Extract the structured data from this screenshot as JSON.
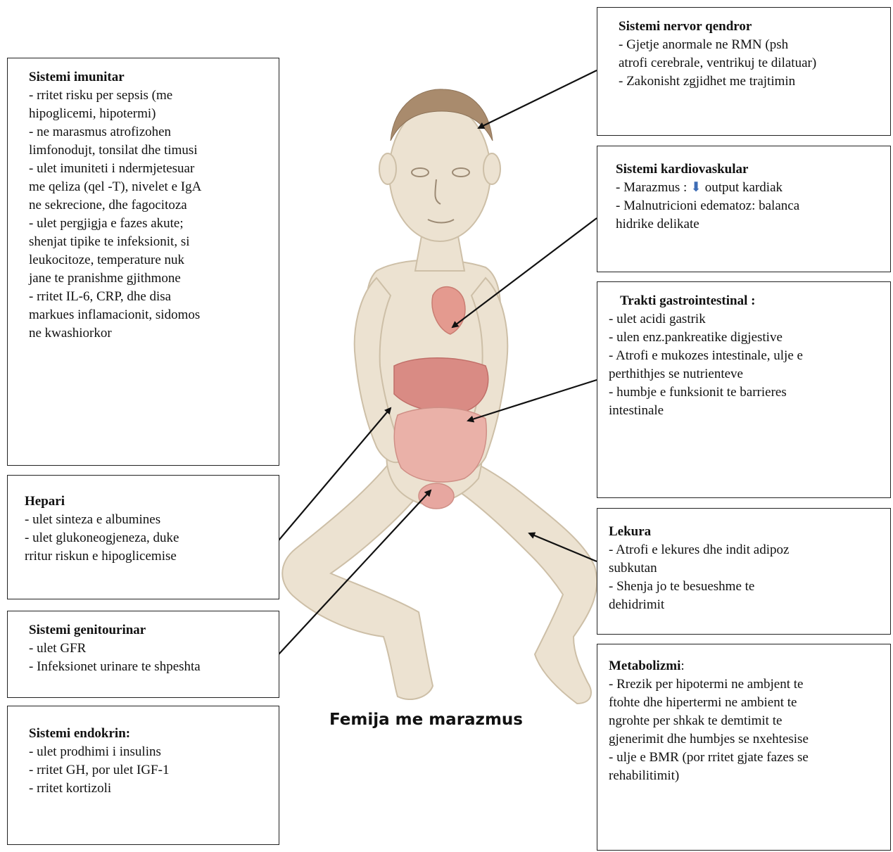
{
  "caption": "Femija me marazmus",
  "boxes": {
    "imunitar": {
      "title": "Sistemi imunitar",
      "lines": [
        "- rritet risku per sepsis (me",
        "hipoglicemi, hipotermi)",
        "- ne marasmus atrofizohen",
        "limfonodujt, tonsilat dhe timusi",
        "- ulet imuniteti i ndermjetesuar",
        "me qeliza (qel -T), nivelet e IgA",
        "ne sekrecione, dhe fagocitoza",
        "- ulet pergjigja e fazes akute;",
        "shenjat tipike te infeksionit, si",
        "leukocitoze, temperature nuk",
        "jane te pranishme gjithmone",
        "- rritet IL-6, CRP, dhe disa",
        "markues inflamacionit, sidomos",
        "ne kwashiorkor"
      ]
    },
    "hepari": {
      "title": "Hepari",
      "lines": [
        "- ulet sinteza e albumines",
        "- ulet glukoneogjeneza, duke",
        "rritur riskun e hipoglicemise"
      ]
    },
    "genitourinar": {
      "title": "Sistemi genitourinar",
      "lines": [
        "- ulet GFR",
        "- Infeksionet urinare te shpeshta"
      ]
    },
    "endokrin": {
      "title": "Sistemi endokrin:",
      "lines": [
        "- ulet prodhimi i insulins",
        "- rritet GH, por ulet IGF-1",
        "- rritet kortizoli"
      ]
    },
    "nervor": {
      "title": "Sistemi nervor qendror",
      "lines": [
        "- Gjetje anormale ne RMN (psh",
        "atrofi cerebrale, ventrikuj te dilatuar)",
        "- Zakonisht zgjidhet me trajtimin"
      ]
    },
    "kardio": {
      "title": "Sistemi kardiovaskular",
      "line1_prefix": "- Marazmus : ",
      "arrow_glyph": "⬇",
      "line1_suffix": " output kardiak",
      "lines": [
        "- Malnutricioni edematoz: balanca",
        "hidrike delikate"
      ]
    },
    "gastro": {
      "title": "Trakti gastrointestinal :",
      "lines": [
        "- ulet acidi gastrik",
        "- ulen enz.pankreatike digjestive",
        "- Atrofi e mukozes intestinale, ulje e",
        "perthithjes se nutrienteve",
        "- humbje e funksionit te barrieres",
        "intestinale"
      ]
    },
    "lekura": {
      "title": "Lekura",
      "lines": [
        "- Atrofi e lekures dhe indit adipoz",
        "subkutan",
        "- Shenja jo te besueshme te",
        "dehidrimit"
      ]
    },
    "metabolizmi": {
      "title": "Metabolizmi",
      "title_suffix": ":",
      "lines": [
        "- Rrezik per hipotermi ne ambjent te",
        "ftohte dhe hipertermi ne ambient te",
        "ngrohte per shkak te demtimit te",
        "gjenerimit dhe humbjes se nxehtesise",
        "- ulje e BMR (por rritet gjate fazes se",
        "rehabilitimit)"
      ]
    }
  }
}
